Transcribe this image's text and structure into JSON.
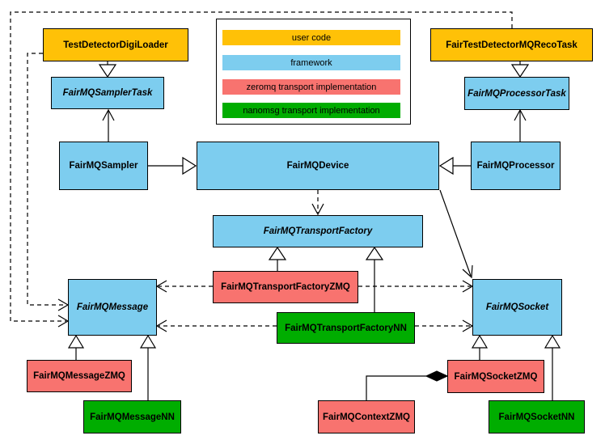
{
  "legend": {
    "items": [
      {
        "label": "user code",
        "color": "#FFC107"
      },
      {
        "label": "framework",
        "color": "#7DCDEF"
      },
      {
        "label": "zeromq transport implementation",
        "color": "#F8736F"
      },
      {
        "label": "nanomsg transport implementation",
        "color": "#00AD00"
      }
    ]
  },
  "colors": {
    "user_code": "#FFC107",
    "framework": "#7DCDEF",
    "zeromq": "#F8736F",
    "nanomsg": "#00AD00",
    "line": "#000000",
    "background": "#FFFFFF"
  },
  "nodes": {
    "digiLoader": {
      "label": "TestDetectorDigiLoader",
      "category": "user code"
    },
    "recoTask": {
      "label": "FairTestDetectorMQRecoTask",
      "category": "user code"
    },
    "samplerTask": {
      "label": "FairMQSamplerTask",
      "category": "framework",
      "abstract": true
    },
    "processorTask": {
      "label": "FairMQProcessorTask",
      "category": "framework",
      "abstract": true
    },
    "sampler": {
      "label": "FairMQSampler",
      "category": "framework"
    },
    "device": {
      "label": "FairMQDevice",
      "category": "framework"
    },
    "processor": {
      "label": "FairMQProcessor",
      "category": "framework"
    },
    "transportFactory": {
      "label": "FairMQTransportFactory",
      "category": "framework",
      "abstract": true
    },
    "transportFactoryZMQ": {
      "label": "FairMQTransportFactoryZMQ",
      "category": "zeromq transport implementation"
    },
    "transportFactoryNN": {
      "label": "FairMQTransportFactoryNN",
      "category": "nanomsg transport implementation"
    },
    "message": {
      "label": "FairMQMessage",
      "category": "framework",
      "abstract": true
    },
    "socket": {
      "label": "FairMQSocket",
      "category": "framework",
      "abstract": true
    },
    "messageZMQ": {
      "label": "FairMQMessageZMQ",
      "category": "zeromq transport implementation"
    },
    "messageNN": {
      "label": "FairMQMessageNN",
      "category": "nanomsg transport implementation"
    },
    "contextZMQ": {
      "label": "FairMQContextZMQ",
      "category": "zeromq transport implementation"
    },
    "socketZMQ": {
      "label": "FairMQSocketZMQ",
      "category": "zeromq transport implementation"
    },
    "socketNN": {
      "label": "FairMQSocketNN",
      "category": "nanomsg transport implementation"
    }
  }
}
